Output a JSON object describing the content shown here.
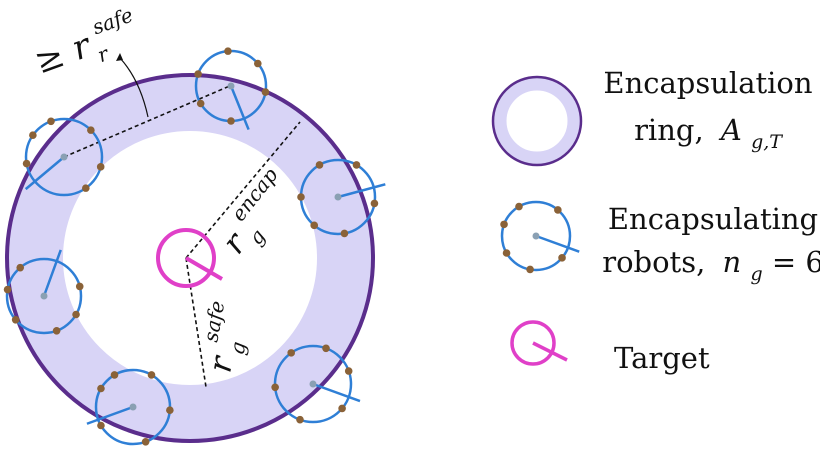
{
  "colors": {
    "ring_fill": "#d8d4f6",
    "ring_border": "#5a2d8c",
    "robot_circle": "#2f7fd6",
    "robot_dot": "#8a6238",
    "robot_center": "#8aa0b3",
    "target": "#e040c8",
    "dashed": "#111111"
  },
  "labels": {
    "safe_radius_annotation": {
      "prefix": "≥",
      "symbol": "r",
      "sub": "r",
      "sup": "safe"
    },
    "encap_radius": {
      "symbol": "r",
      "sub": "g",
      "sup": "encap"
    },
    "safe_radius_target": {
      "symbol": "r",
      "sub": "g",
      "sup": "safe"
    }
  },
  "legend": {
    "ring": {
      "line1": "Encapsulation",
      "line2_prefix": "ring,",
      "line2_math": "A",
      "line2_sub": "g,T"
    },
    "robots": {
      "line1": "Encapsulating",
      "line2_prefix": "robots,",
      "line2_math": "n",
      "line2_sub": "g",
      "line2_value": " = 6"
    },
    "target": {
      "label": "Target"
    }
  },
  "diagram": {
    "robot_count": 6,
    "icons": [
      "encapsulation-ring-icon",
      "robot-icon",
      "target-icon"
    ]
  }
}
